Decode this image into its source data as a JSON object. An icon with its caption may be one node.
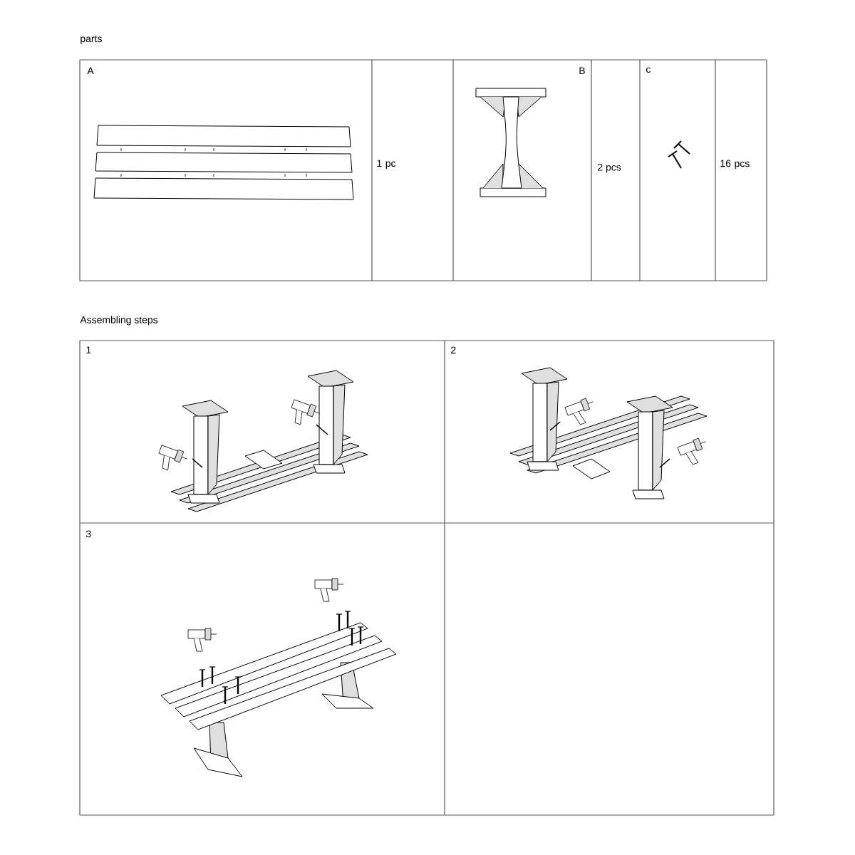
{
  "diagram": {
    "labels": [
      "parts",
      "A",
      "1 pc",
      "B",
      "2 pcs",
      "c",
      "16 pcs",
      "Assembling steps",
      "1",
      "2",
      "3"
    ]
  }
}
